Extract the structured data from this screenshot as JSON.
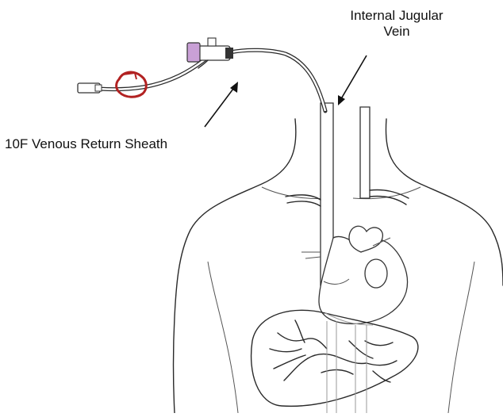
{
  "labels": {
    "internal_jugular_line1": "Internal Jugular",
    "internal_jugular_line2": "Vein",
    "sheath": "10F Venous Return Sheath"
  },
  "colors": {
    "line": "#2a2a2a",
    "hub_cap": "#c9a0d6",
    "clamp": "#b22222"
  }
}
